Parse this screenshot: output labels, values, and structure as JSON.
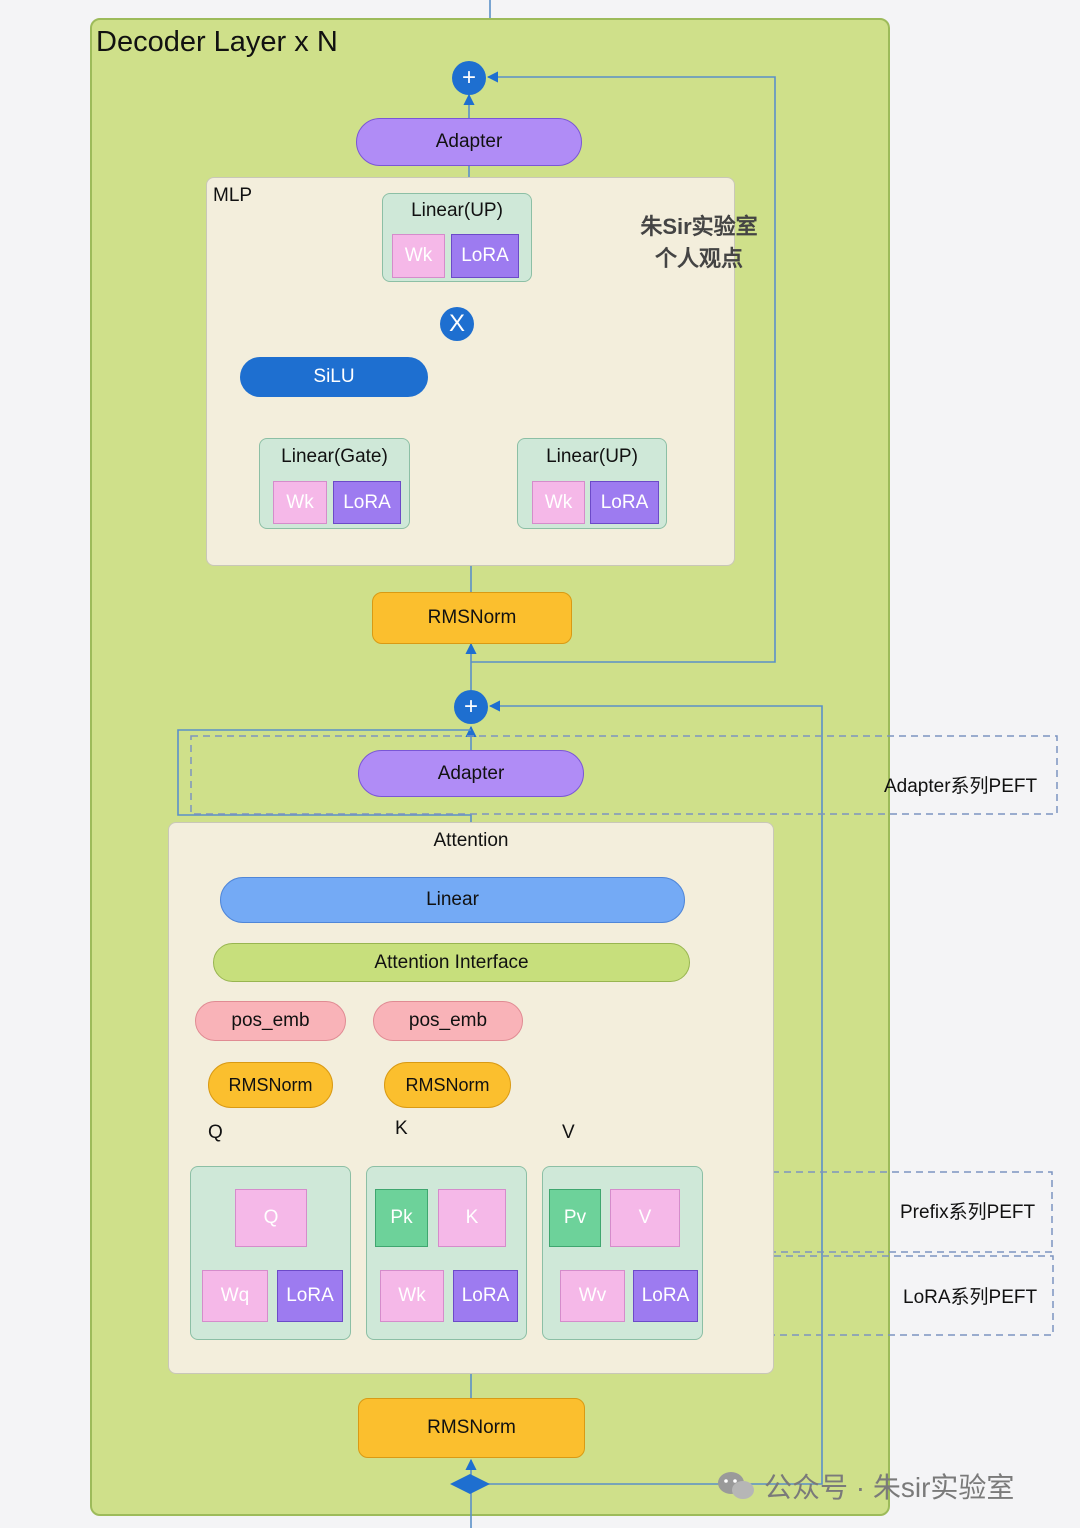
{
  "outer_title": "Decoder Layer x N",
  "adapter_label": "Adapter",
  "mlp": {
    "title": "MLP",
    "linear_up_top": "Linear(UP)",
    "linear_gate": "Linear(Gate)",
    "linear_up": "Linear(UP)",
    "silu": "SiLU",
    "multiply": "X",
    "wk": "Wk",
    "lora": "LoRA"
  },
  "watermark": [
    "朱Sir实验室",
    "个人观点"
  ],
  "rmsnorm": "RMSNorm",
  "plus": "+",
  "adapter_peft": "Adapter系列PEFT",
  "attention": {
    "title": "Attention",
    "linear": "Linear",
    "interface": "Attention Interface",
    "pos_emb": "pos_emb",
    "rmsnorm": "RMSNorm",
    "q_label": "Q",
    "k_label": "K",
    "v_label": "V",
    "q_tile": "Q",
    "k_tile": "K",
    "v_tile": "V",
    "pk_tile": "Pk",
    "pv_tile": "Pv",
    "wq": "Wq",
    "wk": "Wk",
    "wv": "Wv",
    "lora": "LoRA"
  },
  "prefix_peft": "Prefix系列PEFT",
  "lora_peft": "LoRA系列PEFT",
  "footer": "公众号 · 朱sir实验室"
}
